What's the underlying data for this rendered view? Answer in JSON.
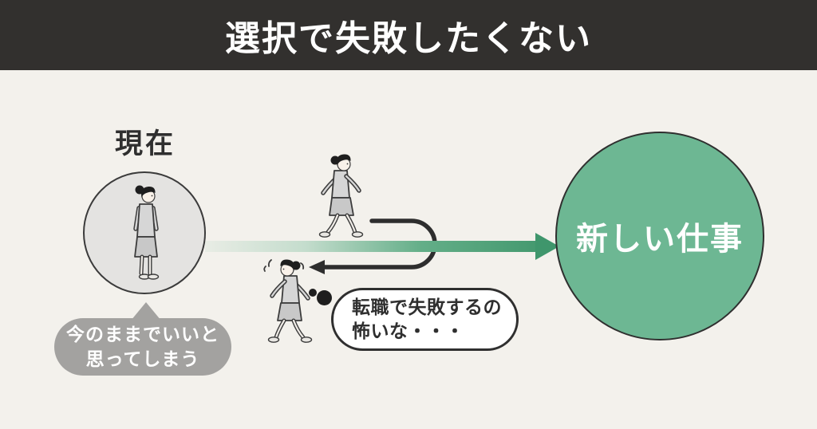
{
  "header": {
    "title": "選択で失敗したくない",
    "bg_color": "#32302e",
    "text_color": "#ffffff"
  },
  "background_color": "#f3f1ec",
  "current_state": {
    "label": "現在",
    "circle_color": "#e4e3e1",
    "person_icon": "standing-woman-illustration",
    "speech_bubble": {
      "lines": [
        "今のままでいいと",
        "思ってしまう"
      ],
      "bg_color": "#a3a2a0",
      "text_color": "#ffffff"
    }
  },
  "transition": {
    "forward_arrow": {
      "shape": "gradient-arrow-right",
      "color": "#44996f"
    },
    "return_arrow": {
      "shape": "u-turn-arrow-left",
      "color": "#2e2e2e"
    },
    "walker_forward_icon": "woman-walking-right-illustration",
    "walker_back_icon": "woman-walking-left-anxious-illustration",
    "thought_bubble": {
      "lines": [
        "転職で失敗するの",
        "怖いな・・・"
      ],
      "bg_color": "#ffffff",
      "text_color": "#2f2f2f"
    }
  },
  "goal": {
    "label": "新しい仕事",
    "circle_color": "#6db793",
    "text_color": "#ffffff"
  }
}
